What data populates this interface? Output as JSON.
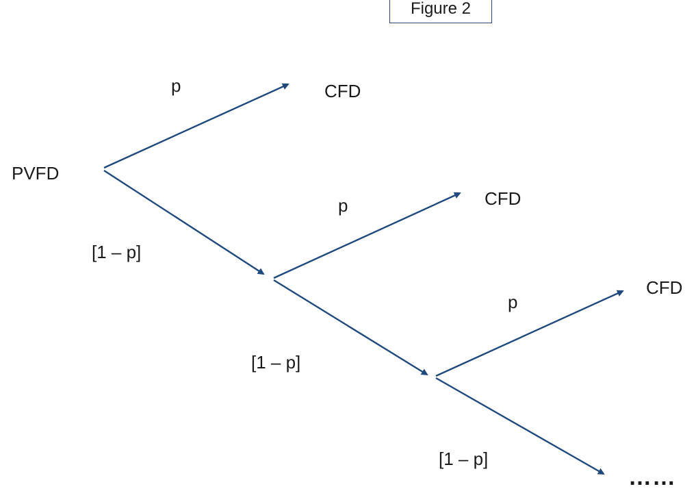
{
  "figure_title": "Figure 2",
  "root_label": "PVFD",
  "branch_labels": {
    "p_1": "p",
    "p_2": "p",
    "p_3": "p",
    "q_1": "[1 – p]",
    "q_2": "[1 – p]",
    "q_3": "[1 – p]"
  },
  "outcome_labels": {
    "cfd_1": "CFD",
    "cfd_2": "CFD",
    "cfd_3": "CFD"
  },
  "continuation": "……",
  "colors": {
    "arrow": "#1f497d",
    "box_border": "#2e4a7a",
    "text": "#1a1a1a"
  }
}
